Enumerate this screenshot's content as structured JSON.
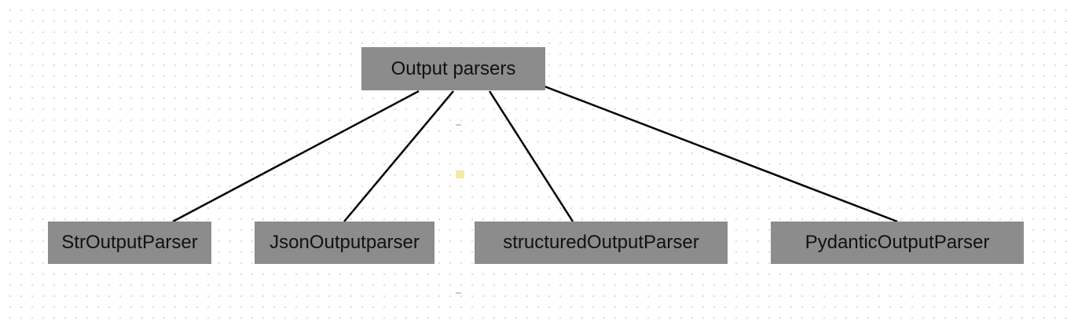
{
  "diagram": {
    "root": {
      "label": "Output parsers"
    },
    "children": [
      {
        "label": "StrOutputParser"
      },
      {
        "label": "JsonOutputparser"
      },
      {
        "label": "structuredOutputParser"
      },
      {
        "label": "PydanticOutputParser"
      }
    ],
    "edges": [
      {
        "from": "Output parsers",
        "to": "StrOutputParser"
      },
      {
        "from": "Output parsers",
        "to": "JsonOutputparser"
      },
      {
        "from": "Output parsers",
        "to": "structuredOutputParser"
      },
      {
        "from": "Output parsers",
        "to": "PydanticOutputParser"
      }
    ]
  },
  "colors": {
    "node_fill": "#8c8c8c",
    "node_text": "#111111",
    "edge": "#000000",
    "background": "#ffffff",
    "grid_dots": "#d9d9d9"
  }
}
